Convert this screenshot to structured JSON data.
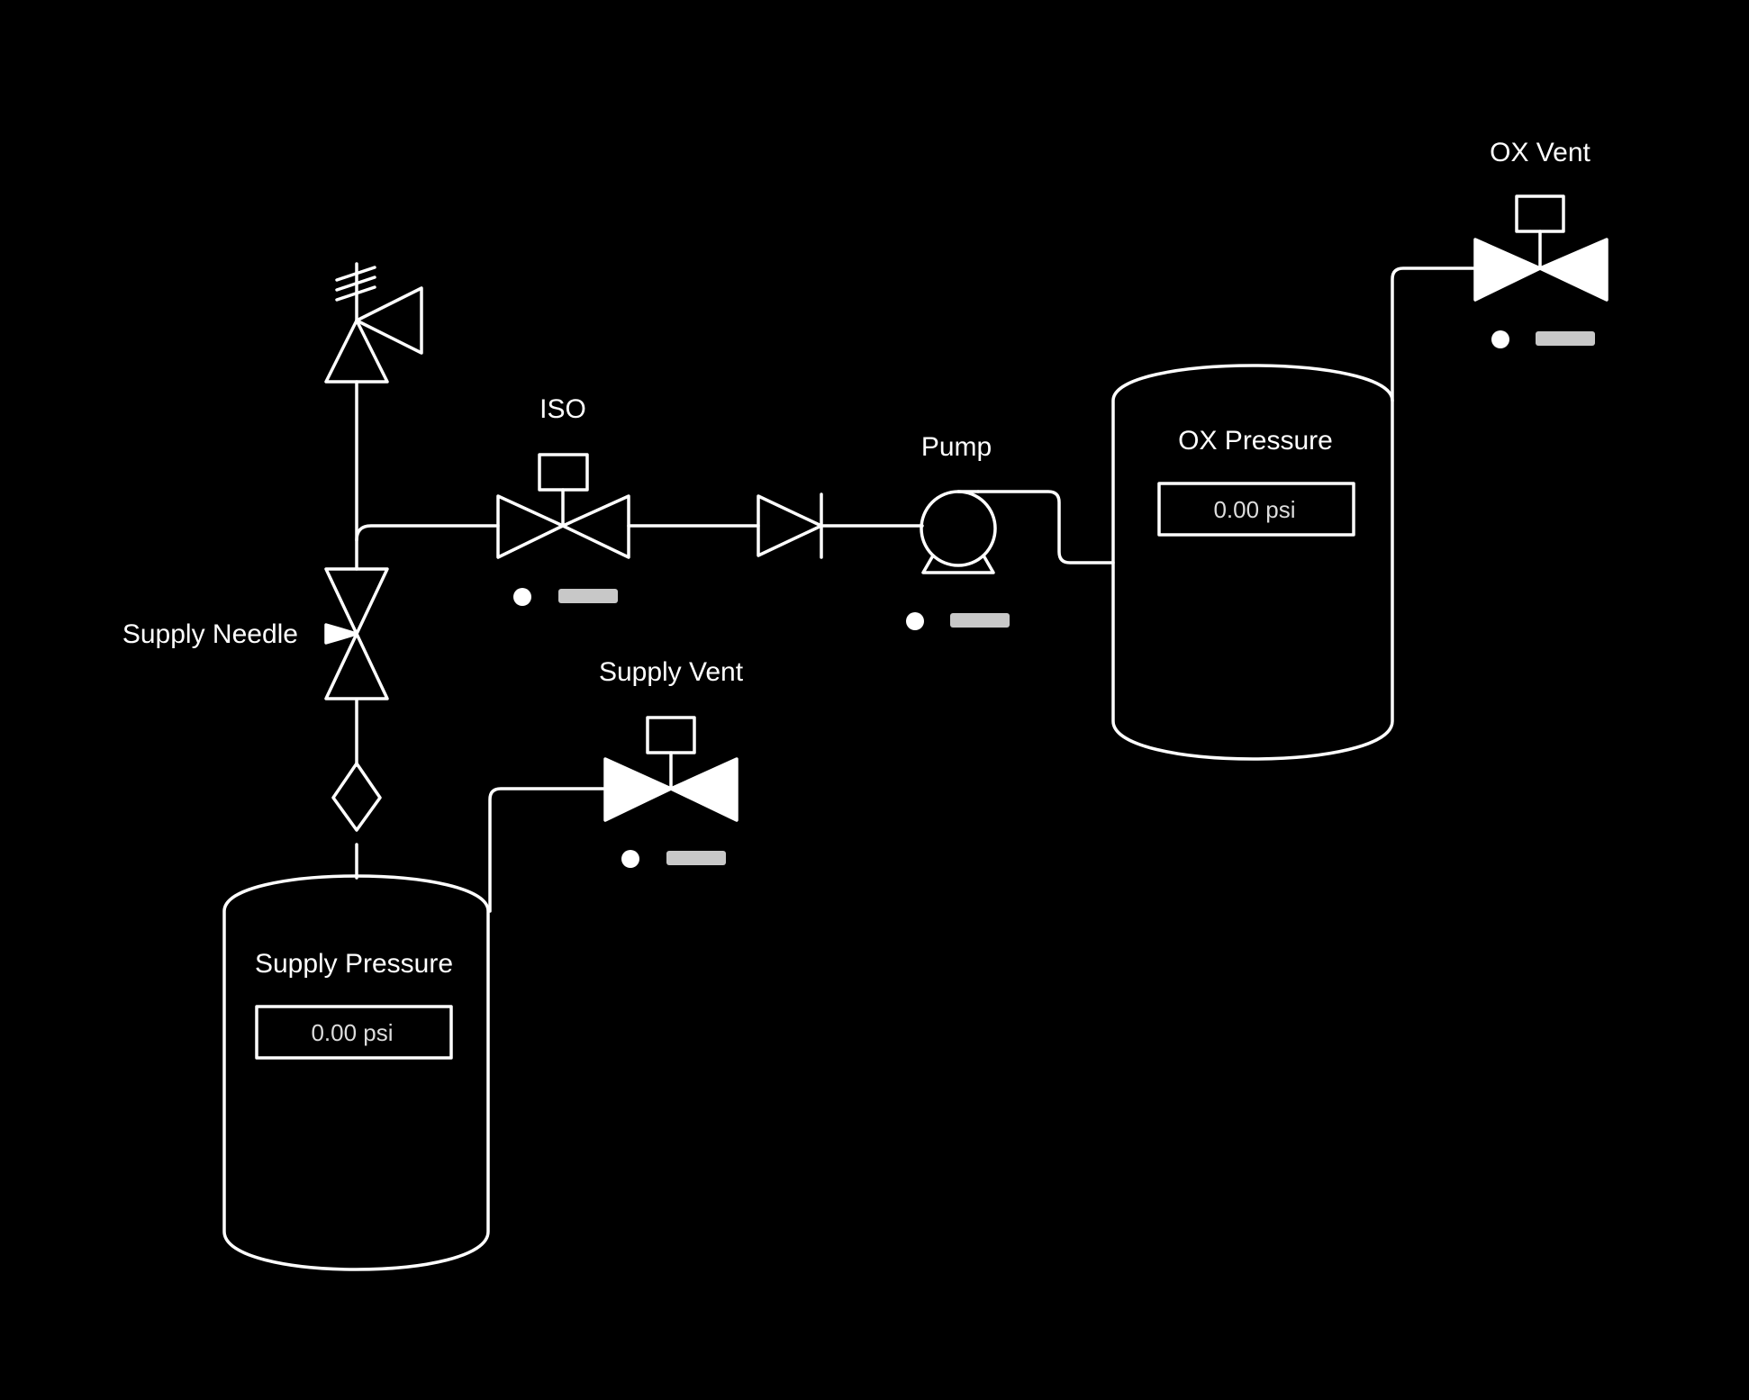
{
  "labels": {
    "ox_vent": "OX Vent",
    "iso": "ISO",
    "pump": "Pump",
    "ox_pressure": "OX Pressure",
    "supply_needle": "Supply Needle",
    "supply_vent": "Supply Vent",
    "supply_pressure": "Supply Pressure"
  },
  "readings": {
    "ox_pressure": "0.00 psi",
    "supply_pressure": "0.00 psi"
  },
  "colors": {
    "background": "#000000",
    "line": "#ffffff",
    "status_bar": "#c8c8c8"
  }
}
